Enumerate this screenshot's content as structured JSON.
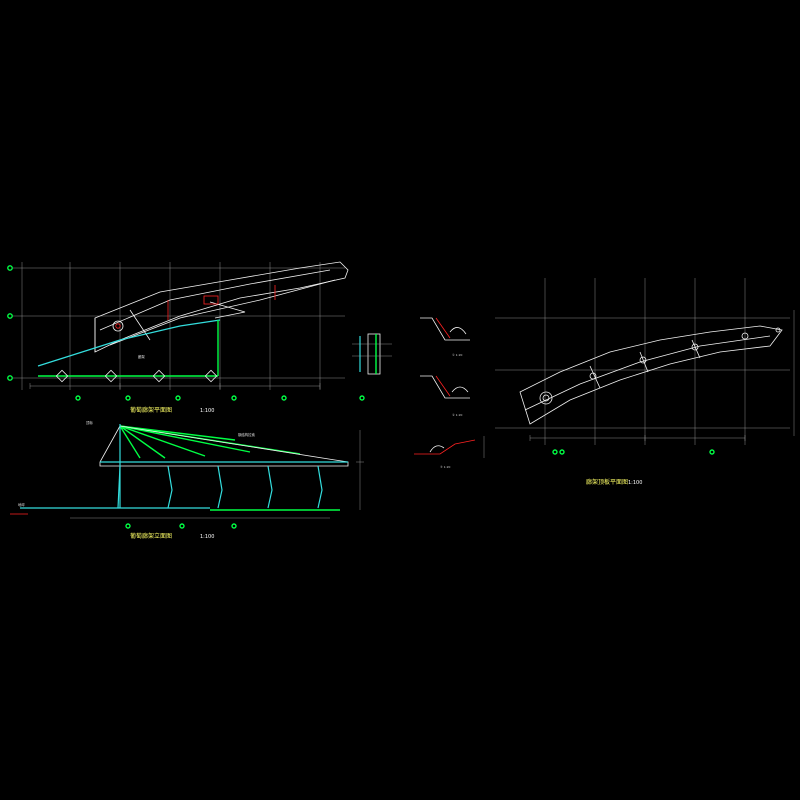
{
  "drawings": {
    "plan": {
      "title": "葡萄廊架平面图",
      "scale": "1:100",
      "area_note": "廊架",
      "grid_marks": [
        "A",
        "B",
        "C"
      ]
    },
    "elevation": {
      "title": "葡萄廊架立面图",
      "scale": "1:100",
      "callout": "钢结构拉索",
      "left_note": "地坪",
      "top_note": "顶标"
    },
    "roof_plan": {
      "title": "廊架顶板平面图",
      "scale": "1:100"
    },
    "details": [
      {
        "label": "① 1:20"
      },
      {
        "label": "② 1:20"
      },
      {
        "label": "③ 1:20"
      }
    ]
  },
  "colors": {
    "background": "#000000",
    "linework": "#f2f2f2",
    "structure": "#33dddd",
    "ground": "#00ff44",
    "accent": "#ff2222",
    "title": "#ffff66"
  }
}
